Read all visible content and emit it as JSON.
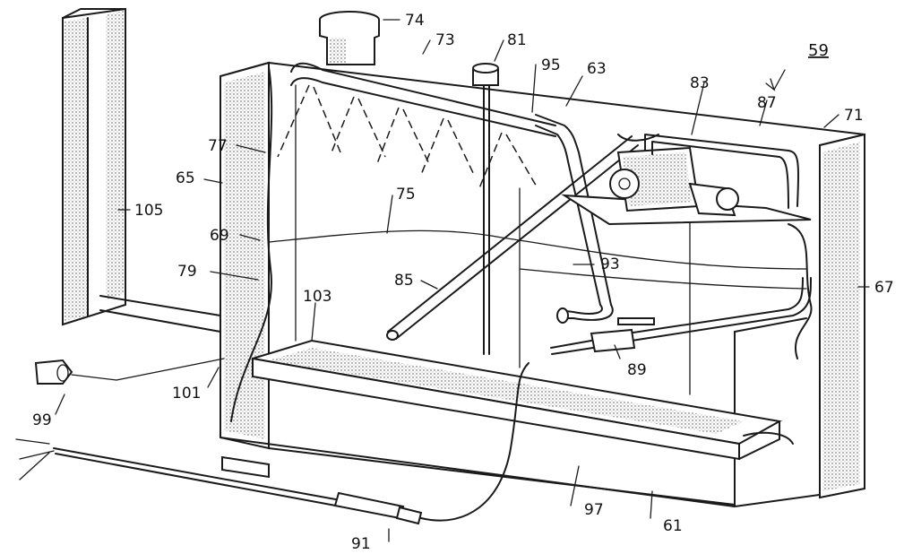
{
  "labels": {
    "l59": "59",
    "l74": "74",
    "l73": "73",
    "l81": "81",
    "l95": "95",
    "l63": "63",
    "l83": "83",
    "l87": "87",
    "l71": "71",
    "l77": "77",
    "l65": "65",
    "l105": "105",
    "l75": "75",
    "l69": "69",
    "l79": "79",
    "l85": "85",
    "l93": "93",
    "l67": "67",
    "l103": "103",
    "l89": "89",
    "l99": "99",
    "l101": "101",
    "l97": "97",
    "l61": "61",
    "l91": "91"
  }
}
